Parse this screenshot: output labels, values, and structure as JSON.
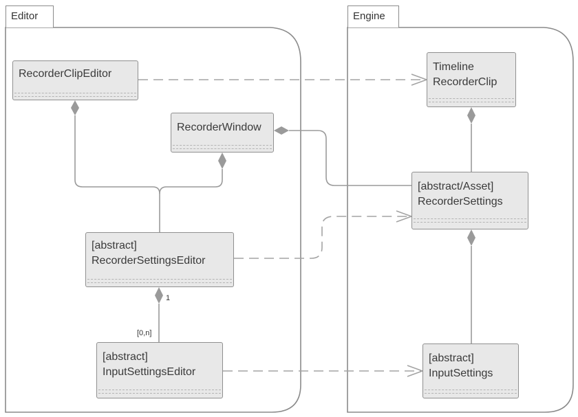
{
  "packages": {
    "editor": "Editor",
    "engine": "Engine"
  },
  "classes": {
    "recorder_clip_editor": "RecorderClipEditor",
    "recorder_window": "RecorderWindow",
    "recorder_settings_editor": [
      "[abstract]",
      "RecorderSettingsEditor"
    ],
    "input_settings_editor": [
      "[abstract]",
      "InputSettingsEditor"
    ],
    "timeline_recorder_clip": [
      "Timeline",
      "RecorderClip"
    ],
    "recorder_settings": [
      "[abstract/Asset]",
      "RecorderSettings"
    ],
    "input_settings": [
      "[abstract]",
      "InputSettings"
    ]
  },
  "multiplicities": {
    "composite_end": "1",
    "part_end": "[0,n]"
  },
  "colors": {
    "line": "#9a9a9a",
    "box_fill": "#e8e8e8",
    "box_border": "#8f8f8f"
  }
}
